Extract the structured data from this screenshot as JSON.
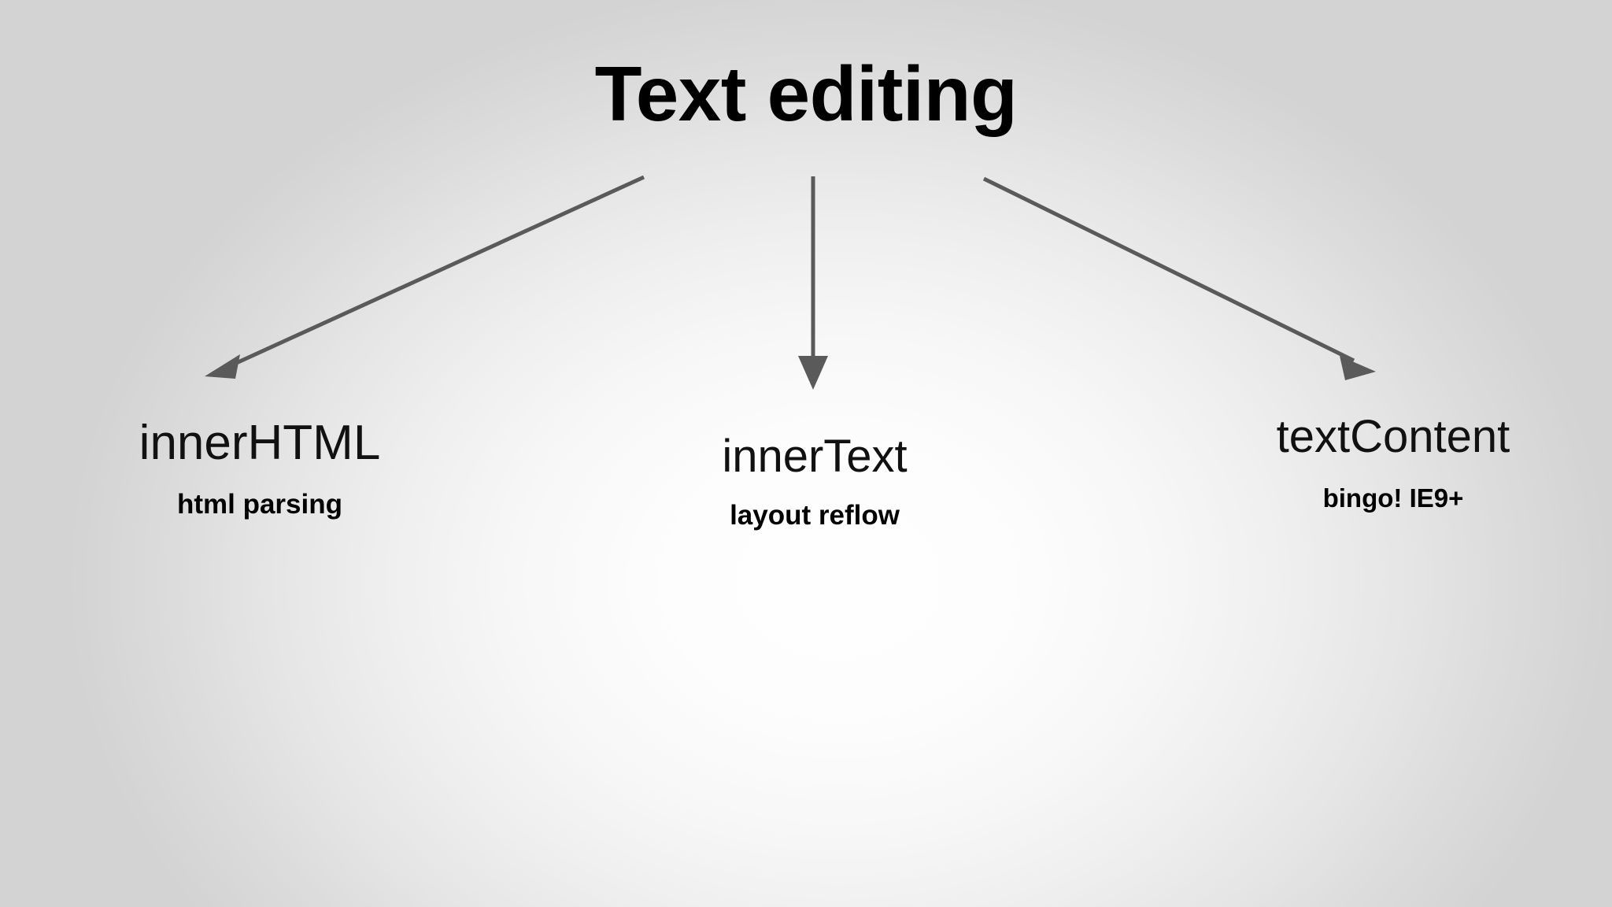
{
  "slide": {
    "title": "Text editing",
    "background": {
      "edge_color": "#d3d3d3",
      "center_color": "#fefefe"
    },
    "arrow_color": "#5a5a5a"
  },
  "nodes": [
    {
      "id": "innerhtml",
      "label": "innerHTML",
      "sub": "html parsing"
    },
    {
      "id": "innertext",
      "label": "innerText",
      "sub": "layout reflow"
    },
    {
      "id": "textcontent",
      "label": "textContent",
      "sub": "bingo! IE9+"
    }
  ],
  "arrows": [
    {
      "id": "arrow-left",
      "from": "title",
      "to": "innerhtml"
    },
    {
      "id": "arrow-middle",
      "from": "title",
      "to": "innertext"
    },
    {
      "id": "arrow-right",
      "from": "title",
      "to": "textcontent"
    }
  ]
}
